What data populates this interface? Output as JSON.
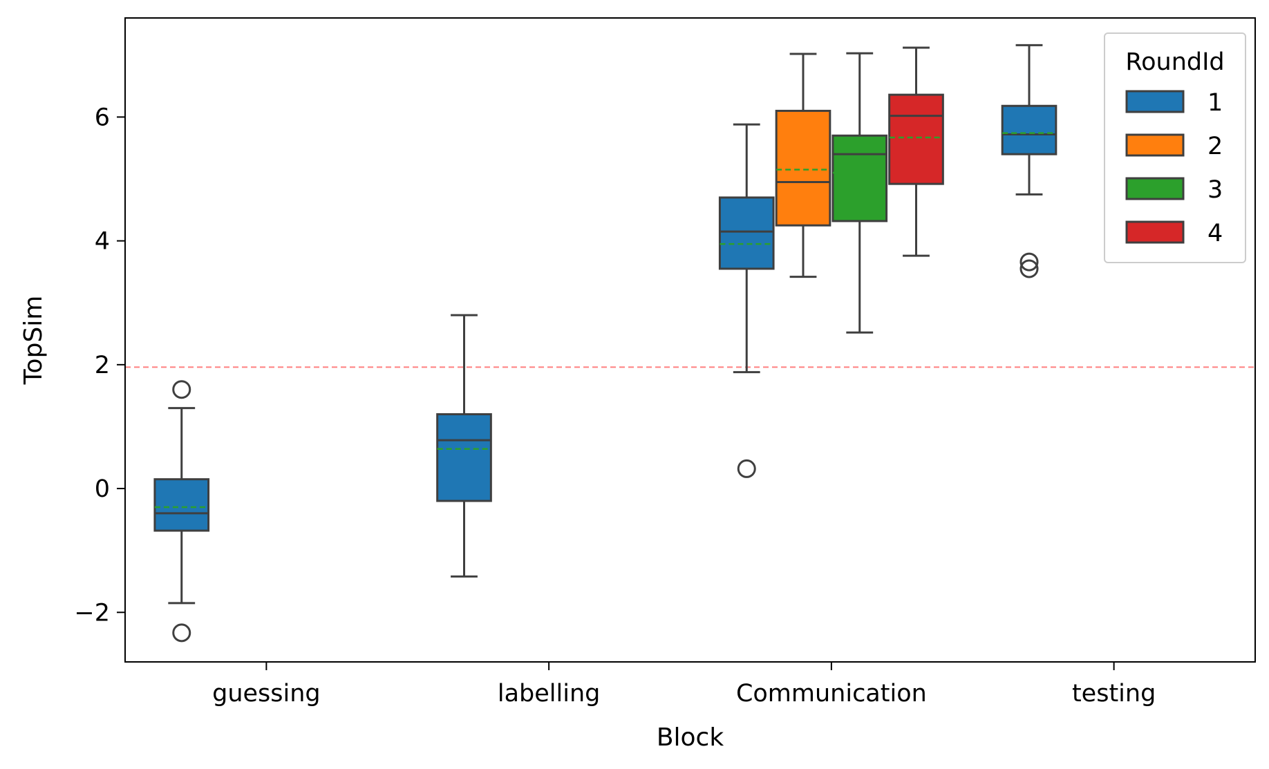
{
  "chart_data": {
    "type": "box",
    "title": "",
    "xlabel": "Block",
    "ylabel": "TopSim",
    "categories": [
      "guessing",
      "labelling",
      "Communication",
      "testing"
    ],
    "ylim": [
      -2.8,
      7.6
    ],
    "yticks": [
      -2,
      0,
      2,
      4,
      6
    ],
    "ytick_labels": [
      "−2",
      "0",
      "2",
      "4",
      "6"
    ],
    "grid": false,
    "show_means": true,
    "mean_line_style": "dashed",
    "mean_line_color": "#2ca02c",
    "reference_line": {
      "y": 1.96,
      "color": "#ff7f7f",
      "style": "dashed"
    },
    "legend": {
      "title": "RoundId",
      "placement": "top-right",
      "entries": [
        {
          "label": "1",
          "color": "#1f77b4"
        },
        {
          "label": "2",
          "color": "#ff7f0e"
        },
        {
          "label": "3",
          "color": "#2ca02c"
        },
        {
          "label": "4",
          "color": "#d62728"
        }
      ]
    },
    "hue_slots": 4,
    "boxes": [
      {
        "category": "guessing",
        "round": "1",
        "whisker_low": -1.85,
        "q1": -0.68,
        "median": -0.4,
        "mean": -0.3,
        "q3": 0.15,
        "whisker_high": 1.3,
        "outliers": [
          1.6,
          -2.33
        ]
      },
      {
        "category": "labelling",
        "round": "1",
        "whisker_low": -1.42,
        "q1": -0.2,
        "median": 0.78,
        "mean": 0.64,
        "q3": 1.2,
        "whisker_high": 2.8,
        "outliers": []
      },
      {
        "category": "Communication",
        "round": "1",
        "whisker_low": 1.88,
        "q1": 3.55,
        "median": 4.15,
        "mean": 3.95,
        "q3": 4.7,
        "whisker_high": 5.88,
        "outliers": [
          0.32
        ]
      },
      {
        "category": "Communication",
        "round": "2",
        "whisker_low": 3.42,
        "q1": 4.25,
        "median": 4.95,
        "mean": 5.15,
        "q3": 6.1,
        "whisker_high": 7.02,
        "outliers": []
      },
      {
        "category": "Communication",
        "round": "3",
        "whisker_low": 2.52,
        "q1": 4.32,
        "median": 5.4,
        "mean": 5.1,
        "q3": 5.7,
        "whisker_high": 7.03,
        "outliers": []
      },
      {
        "category": "Communication",
        "round": "4",
        "whisker_low": 3.76,
        "q1": 4.92,
        "median": 6.02,
        "mean": 5.67,
        "q3": 6.36,
        "whisker_high": 7.12,
        "outliers": []
      },
      {
        "category": "testing",
        "round": "1",
        "whisker_low": 4.75,
        "q1": 5.4,
        "median": 5.72,
        "mean": 5.74,
        "q3": 6.18,
        "whisker_high": 7.16,
        "outliers": [
          3.66,
          3.55
        ]
      }
    ],
    "colors": {
      "box_edge": "#3f3f3f",
      "axes": "#000000",
      "background": "#ffffff"
    }
  }
}
